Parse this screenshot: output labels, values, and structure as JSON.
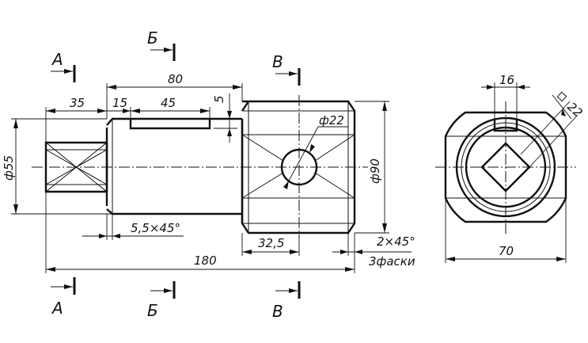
{
  "dimensions": {
    "d35": "35",
    "d15": "15",
    "d45": "45",
    "d80": "80",
    "d5": "5",
    "d55": "ф55",
    "d90": "ф90",
    "d22": "ф22",
    "chamfer_small": "5,5×45°",
    "d32_5": "32,5",
    "chamfer_end": "2×45°",
    "chamfer_note": "3фаски",
    "d180": "180",
    "d16": "16",
    "sq22": "22",
    "d70": "70"
  },
  "sections": {
    "a": "А",
    "b": "Б",
    "v": "В"
  }
}
